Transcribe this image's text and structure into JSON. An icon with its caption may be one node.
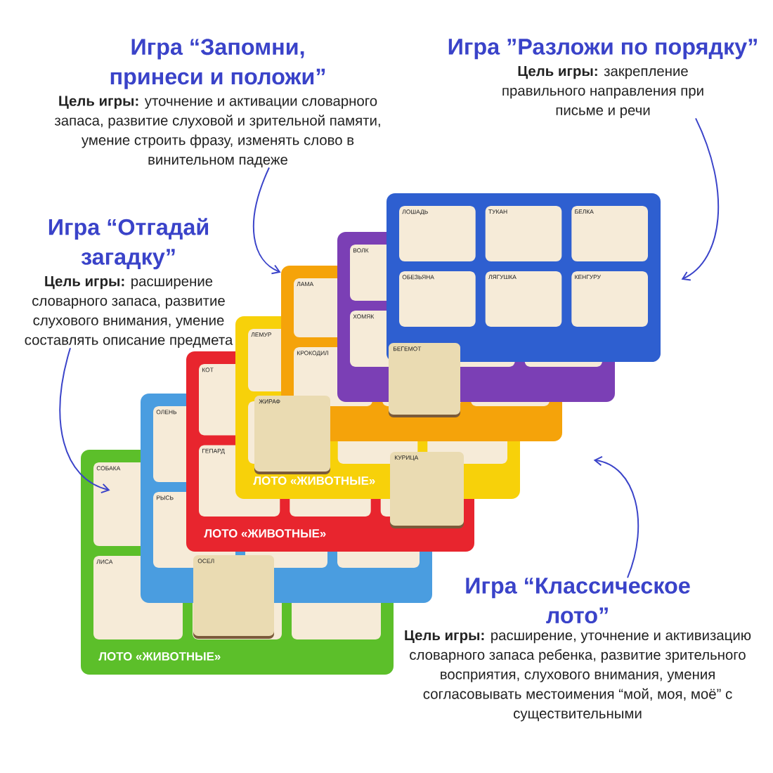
{
  "diagram": {
    "nodes": [
      {
        "text": [
          "Игра “Запомни, принеси и положи”",
          "**Цель игры:** уточнение и активации словарного запаса, развитие слуховой и зрительной памяти, умение строить фразу, изменять слово в винительном падеже"
        ]
      },
      {
        "text": [
          "Игра ”Разложи по порядку”",
          "**Цель игры:** закрепление правильного направления при письме и речи"
        ]
      },
      {
        "text": [
          "Игра “Отгадай загадку”",
          "**Цель игры:** расширение словарного запаса, развитие слухового внимания, умение составлять описание предмета"
        ]
      },
      {
        "text": [
          "Игра “Классическое лото”",
          "**Цель игры:** расширение, уточнение и активизацию словарного запаса ребенка, развитие зрительного восприятия, слухового внимания, умения согласовывать местоимения “мой, моя, моё” с существительными"
        ]
      },
      {
        "text": [],
        "shape": "picture"
      }
    ],
    "edges": [
      {
        "from": 0,
        "to": 4,
        "arrow": "to"
      },
      {
        "from": 1,
        "to": 4,
        "arrow": "to"
      },
      {
        "from": 2,
        "to": 4,
        "arrow": "to"
      },
      {
        "from": 3,
        "to": 4,
        "arrow": "to"
      }
    ],
    "labels": [
      "ЛОШАДЬ",
      "ТУКАН",
      "БЕЛКА",
      "ВОЛК",
      "ЛАМА",
      "ОБЕЗЬЯНА",
      "ЛЯГУШКА",
      "КЕНГУРУ",
      "ХОМЯК",
      "ЛЕМУР",
      "КРОКОДИЛ",
      "БЕГЕМОТ",
      "КОТ",
      "ЖИРАФ",
      "ОЛЕНЬ",
      "ГЕПАРД",
      "КУРИЦА",
      "СОБАКА",
      "РЫСЬ",
      "ЛОТО «ЖИВОТНЫЕ»",
      "ЛИСА",
      "ЛОТО «ЖИВОТНЫЕ»",
      "ОСЕЛ",
      "ЛОТО «ЖИВОТНЫЕ»"
    ]
  }
}
